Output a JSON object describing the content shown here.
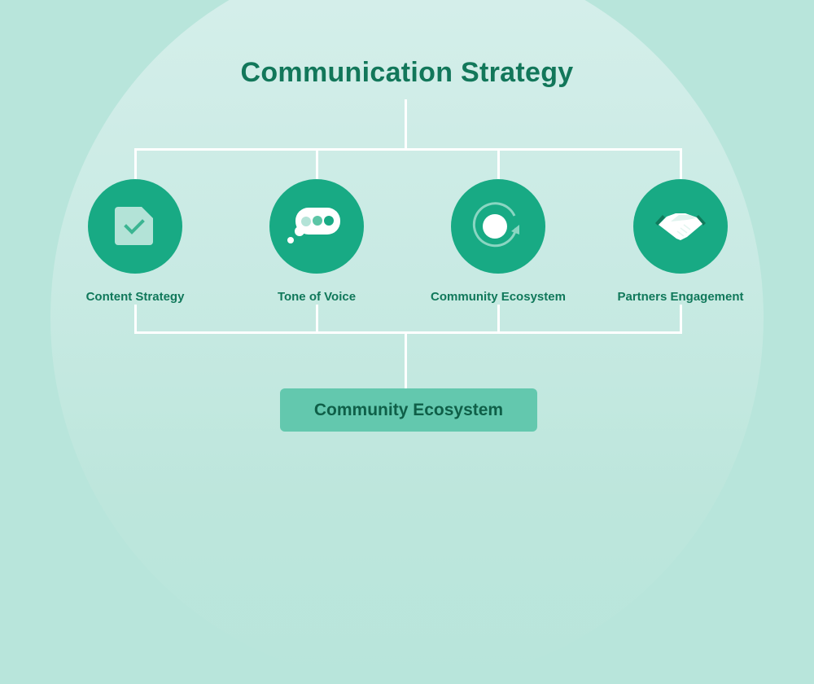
{
  "diagram": {
    "title": "Communication Strategy",
    "nodes": [
      {
        "label": "Content Strategy",
        "icon": "document-check-icon"
      },
      {
        "label": "Tone of Voice",
        "icon": "speech-bubble-icon"
      },
      {
        "label": "Community Ecosystem",
        "icon": "cycle-icon"
      },
      {
        "label": "Partners Engagement",
        "icon": "handshake-icon"
      }
    ],
    "result": {
      "label": "Community Ecosystem"
    },
    "colors": {
      "background": "#b8e5db",
      "halo": "#d6efeb",
      "node_circle": "#18aa84",
      "title_text": "#12775a",
      "result_box": "#63c8ae",
      "result_text": "#0f5f48",
      "connector": "#ffffff"
    }
  }
}
